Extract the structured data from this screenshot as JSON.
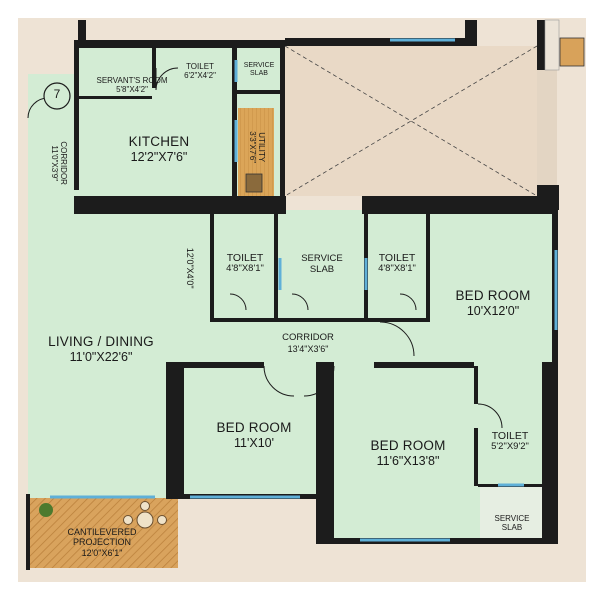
{
  "rooms": {
    "servants_room": {
      "name": "SERVANT'S ROOM",
      "dims": "5'8\"X4'2\""
    },
    "toilet_top": {
      "name": "TOILET",
      "dims": "6'2\"X4'2\""
    },
    "service_slab_top": {
      "name": "SERVICE SLAB"
    },
    "kitchen": {
      "name": "KITCHEN",
      "dims": "12'2\"X7'6\""
    },
    "utility": {
      "name": "UTILITY",
      "dims": "3'3\"X7'6\""
    },
    "corridor_left": {
      "name": "CORRIDOR",
      "dims": "11'0\"X3'9\""
    },
    "entry_number": "7",
    "passage_dims": "12'0\"X4'0\"",
    "toilet_a": {
      "name": "TOILET",
      "dims": "4'8\"X8'1\""
    },
    "service_slab_mid": {
      "name": "SERVICE",
      "name2": "SLAB"
    },
    "toilet_b": {
      "name": "TOILET",
      "dims": "4'8\"X8'1\""
    },
    "bed_room_right": {
      "name": "BED ROOM",
      "dims": "10'X12'0\""
    },
    "living_dining": {
      "name": "LIVING / DINING",
      "dims": "11'0\"X22'6\""
    },
    "corridor_mid": {
      "name": "CORRIDOR",
      "dims": "13'4\"X3'6\""
    },
    "bed_room_center": {
      "name": "BED ROOM",
      "dims": "11'X10'"
    },
    "bed_room_large": {
      "name": "BED ROOM",
      "dims": "11'6\"X13'8\""
    },
    "toilet_right": {
      "name": "TOILET",
      "dims": "5'2\"X9'2\""
    },
    "service_slab_bottom": {
      "name": "SERVICE",
      "name2": "SLAB"
    },
    "cantilevered": {
      "name": "CANTILEVERED",
      "name2": "PROJECTION",
      "dims": "12'0\"X6'1\""
    }
  },
  "colors": {
    "room_fill": "#d3ecd4",
    "wall": "#1c1c1c",
    "window": "#5fb0d8",
    "wood": "#d8a25a",
    "void": "#e9dccb",
    "outside": "#ede2d4"
  }
}
